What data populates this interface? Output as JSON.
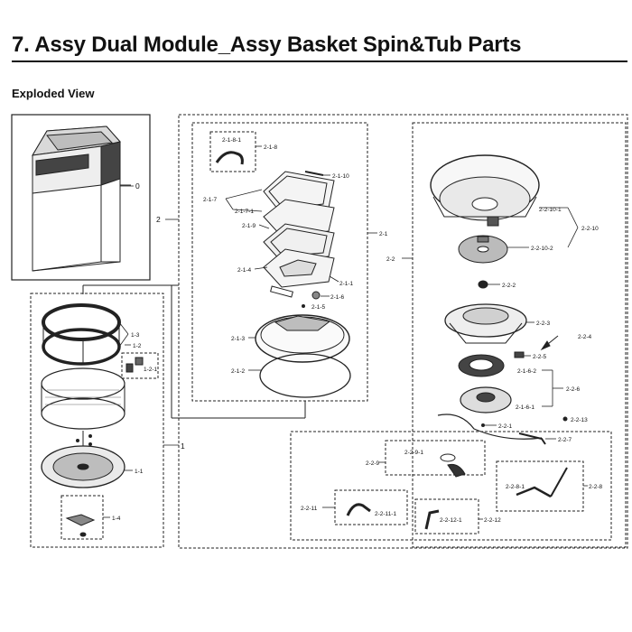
{
  "header": {
    "title": "7.  Assy Dual Module_Assy Basket Spin&Tub Parts",
    "subtitle": "Exploded View"
  },
  "labels": {
    "l0": "0",
    "l1": "1",
    "l1_1": "1-1",
    "l1_2": "1-2",
    "l1_2_1": "1-2-1",
    "l1_3": "1-3",
    "l1_4": "1-4",
    "l2": "2",
    "l2_1": "2-1",
    "l2_1_1": "2-1-1",
    "l2_1_2": "2-1-2",
    "l2_1_3": "2-1-3",
    "l2_1_4": "2-1-4",
    "l2_1_5": "2-1-5",
    "l2_1_6": "2-1-6",
    "l2_1_7": "2-1-7",
    "l2_1_7_1": "2-1-7-1",
    "l2_1_8": "2-1-8",
    "l2_1_8_1": "2-1-8-1",
    "l2_1_9": "2-1-9",
    "l2_1_10": "2-1-10",
    "l2_2": "2-2",
    "l2_2_1": "2-2-1",
    "l2_2_2": "2-2-2",
    "l2_2_3": "2-2-3",
    "l2_2_4": "2-2-4",
    "l2_2_5": "2-2-5",
    "l2_2_6": "2-2-6",
    "l2_2_6_1": "2-1-6-1",
    "l2_2_6_2": "2-1-6-2",
    "l2_2_7": "2-2-7",
    "l2_2_8": "2-2-8",
    "l2_2_8_1": "2-2-8-1",
    "l2_2_9": "2-2-9",
    "l2_2_9_1": "2-2-9-1",
    "l2_2_10": "2-2-10",
    "l2_2_10_1": "2-2-10-1",
    "l2_2_10_2": "2-2-10-2",
    "l2_2_11": "2-2-11",
    "l2_2_11_1": "2-2-11-1",
    "l2_2_12": "2-2-12",
    "l2_2_12_1": "2-2-12-1",
    "l2_2_13": "2-2-13"
  }
}
